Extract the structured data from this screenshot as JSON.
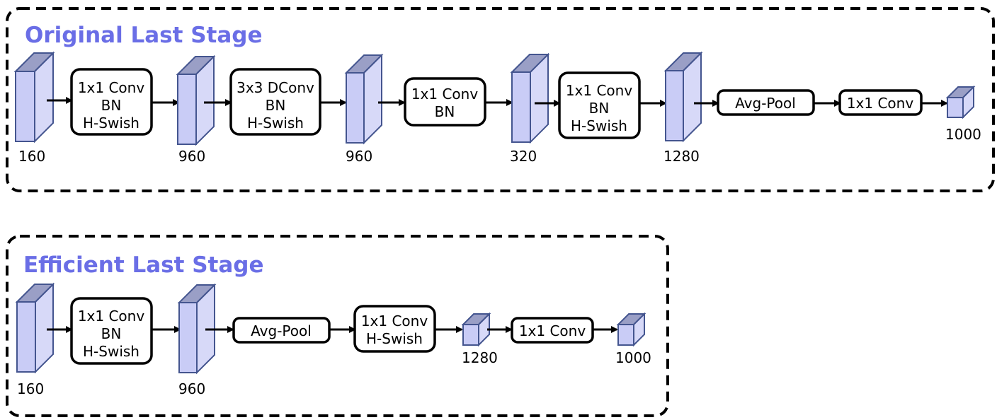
{
  "sections": {
    "original": {
      "title": "Original Last Stage",
      "tensors": [
        "160",
        "960",
        "960",
        "320",
        "1280",
        "1000"
      ],
      "ops": [
        [
          "1x1 Conv",
          "BN",
          "H-Swish"
        ],
        [
          "3x3 DConv",
          "BN",
          "H-Swish"
        ],
        [
          "1x1 Conv",
          "BN"
        ],
        [
          "1x1 Conv",
          "BN",
          "H-Swish"
        ],
        [
          "Avg-Pool"
        ],
        [
          "1x1 Conv"
        ]
      ]
    },
    "efficient": {
      "title": "Efficient Last Stage",
      "tensors": [
        "160",
        "960",
        "1280",
        "1000"
      ],
      "ops": [
        [
          "1x1 Conv",
          "BN",
          "H-Swish"
        ],
        [
          "Avg-Pool"
        ],
        [
          "1x1 Conv",
          "H-Swish"
        ],
        [
          "1x1 Conv"
        ]
      ]
    }
  },
  "colors": {
    "title": "#6a6ee6",
    "tensor_front": "#c9ccf6",
    "tensor_top": "#9a9fc6",
    "tensor_side": "#d7d9f8",
    "tensor_edge": "#44558f"
  }
}
